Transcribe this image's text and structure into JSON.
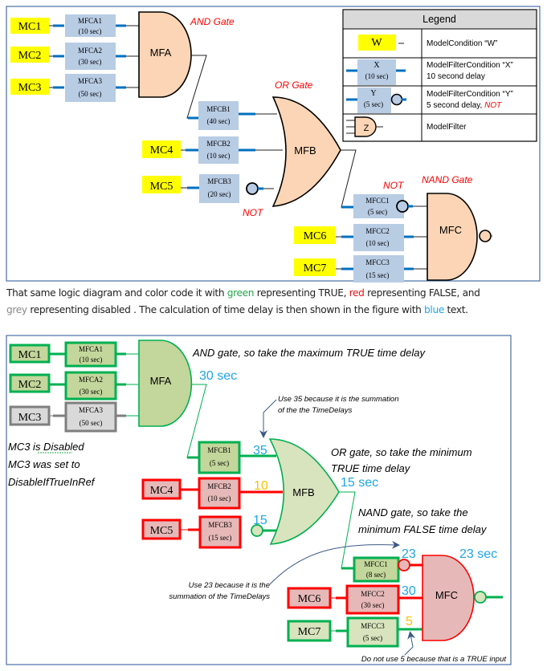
{
  "top_diagram": {
    "gate_labels": {
      "and": "AND Gate",
      "or": "OR Gate",
      "nand": "NAND Gate",
      "not_b3": "NOT",
      "not_c1": "NOT"
    },
    "conditions": [
      "MC1",
      "MC2",
      "MC3",
      "MC4",
      "MC5",
      "MC6",
      "MC7"
    ],
    "filter_conditions": [
      {
        "name": "MFCA1",
        "delay": "(10 sec)"
      },
      {
        "name": "MFCA2",
        "delay": "(30 sec)"
      },
      {
        "name": "MFCA3",
        "delay": "(50 sec)"
      },
      {
        "name": "MFCB1",
        "delay": "(40 sec)"
      },
      {
        "name": "MFCB2",
        "delay": "(10 sec)"
      },
      {
        "name": "MFCB3",
        "delay": "(20 sec)"
      },
      {
        "name": "MFCC1",
        "delay": "(5 sec)"
      },
      {
        "name": "MFCC2",
        "delay": "(10 sec)"
      },
      {
        "name": "MFCC3",
        "delay": "(15 sec)"
      }
    ],
    "filters": [
      "MFA",
      "MFB",
      "MFC"
    ],
    "legend": {
      "title": "Legend",
      "rows": [
        {
          "symbol": "W",
          "desc1": "ModelCondition “W”",
          "desc2": ""
        },
        {
          "symbol": "X",
          "symbol_delay": "(10 sec)",
          "desc1": "ModelFilterCondition “X”",
          "desc2": "10 second delay"
        },
        {
          "symbol": "Y",
          "symbol_delay": "(5 sec)",
          "desc1": "ModelFilterCondition “Y”",
          "desc2": "5 second delay, ",
          "desc2_not": "NOT"
        },
        {
          "symbol": "Z",
          "desc1": "ModelFilter",
          "desc2": ""
        }
      ]
    }
  },
  "caption": {
    "part1": "That same logic diagram and color code it with ",
    "green": "green",
    "part2": " representing TRUE, ",
    "red": "red",
    "part3": " representing FALSE, and ",
    "grey": "grey",
    "part4": " representing disabled .  The calculation of time delay is then shown in the figure with ",
    "blue": "blue",
    "part5": " text."
  },
  "bottom_diagram": {
    "conditions": [
      {
        "name": "MC1",
        "state": "true"
      },
      {
        "name": "MC2",
        "state": "true"
      },
      {
        "name": "MC3",
        "state": "disabled"
      },
      {
        "name": "MC4",
        "state": "false"
      },
      {
        "name": "MC5",
        "state": "false"
      },
      {
        "name": "MC6",
        "state": "false"
      },
      {
        "name": "MC7",
        "state": "true"
      }
    ],
    "filter_conditions": [
      {
        "name": "MFCA1",
        "delay": "(10 sec)",
        "state": "true"
      },
      {
        "name": "MFCA2",
        "delay": "(30 sec)",
        "state": "true"
      },
      {
        "name": "MFCA3",
        "delay": "(50 sec)",
        "state": "disabled"
      },
      {
        "name": "MFCB1",
        "delay": "(5 sec)",
        "state": "true"
      },
      {
        "name": "MFCB2",
        "delay": "(10 sec)",
        "state": "false"
      },
      {
        "name": "MFCB3",
        "delay": "(15 sec)",
        "state": "false"
      },
      {
        "name": "MFCC1",
        "delay": "(8 sec)",
        "state": "true"
      },
      {
        "name": "MFCC2",
        "delay": "(30 sec)",
        "state": "false"
      },
      {
        "name": "MFCC3",
        "delay": "(5 sec)",
        "state": "true"
      }
    ],
    "filters": [
      {
        "name": "MFA",
        "state": "true"
      },
      {
        "name": "MFB",
        "state": "true"
      },
      {
        "name": "MFC",
        "state": "false"
      }
    ],
    "disabled_note": [
      "MC3 is Disabled",
      "MC3 was set to",
      "DisableIfTrueInRef"
    ],
    "annotations": {
      "and_note": "AND gate, so take the maximum TRUE time delay",
      "or_note_1": "OR gate, so take the minimum",
      "or_note_2": "TRUE time delay",
      "nand_note_1": "NAND gate, so take the",
      "nand_note_2": "minimum FALSE time delay",
      "use35_1": "Use 35 because it is the summation",
      "use35_2": "of the the TimeDelays",
      "use23_1": "Use 23 because it is the",
      "use23_2": "summation of the TimeDelays",
      "no5": "Do not use 5 because that is a TRUE input"
    },
    "delays": {
      "mfa_out": "30 sec",
      "mfb_in1": "35",
      "mfb_in2": "10",
      "mfb_in3": "15",
      "mfb_out": "15 sec",
      "mfc_in1": "23",
      "mfc_in2": "30",
      "mfc_in3": "5",
      "mfc_out": "23 sec"
    }
  },
  "colors": {
    "condition_yellow": "#ffff00",
    "filter_condition_blue": "#b8cce4",
    "wire_blue": "#0070c0",
    "filter_peach": "#fbd5b5",
    "label_red": "#ff0000",
    "true_green": "#00b050",
    "true_fill": "#c3d69b",
    "false_red": "#ff0000",
    "false_fill": "#e6b9b8",
    "disabled_grey": "#7f7f7f",
    "disabled_fill": "#d9d9d9",
    "delay_blue": "#1ea6e6",
    "delay_orange": "#ffc000"
  }
}
